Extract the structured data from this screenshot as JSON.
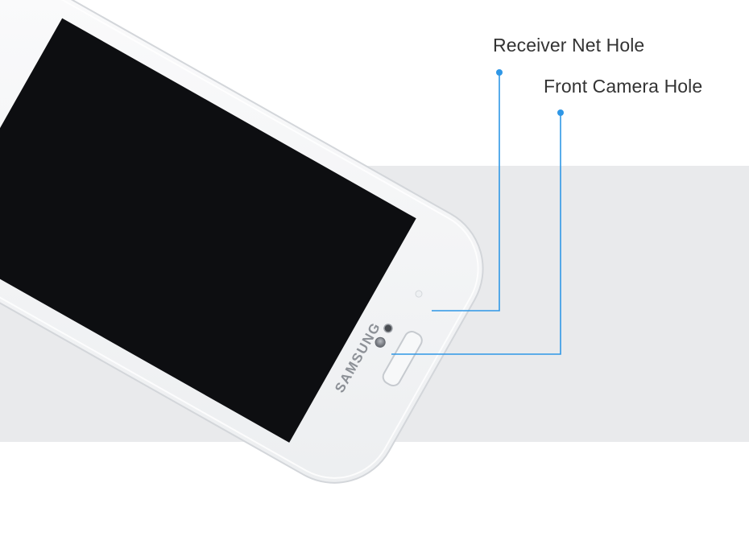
{
  "phone": {
    "brand": "SAMSUNG"
  },
  "callouts": {
    "receiver_label": "Receiver Net Hole",
    "camera_label": "Front Camera Hole"
  },
  "colors": {
    "background": "#ffffff",
    "band": "#e9eaec",
    "callout_line": "#2f97e6",
    "phone_body": "#f5f6f7",
    "screen": "#0d0e11"
  }
}
